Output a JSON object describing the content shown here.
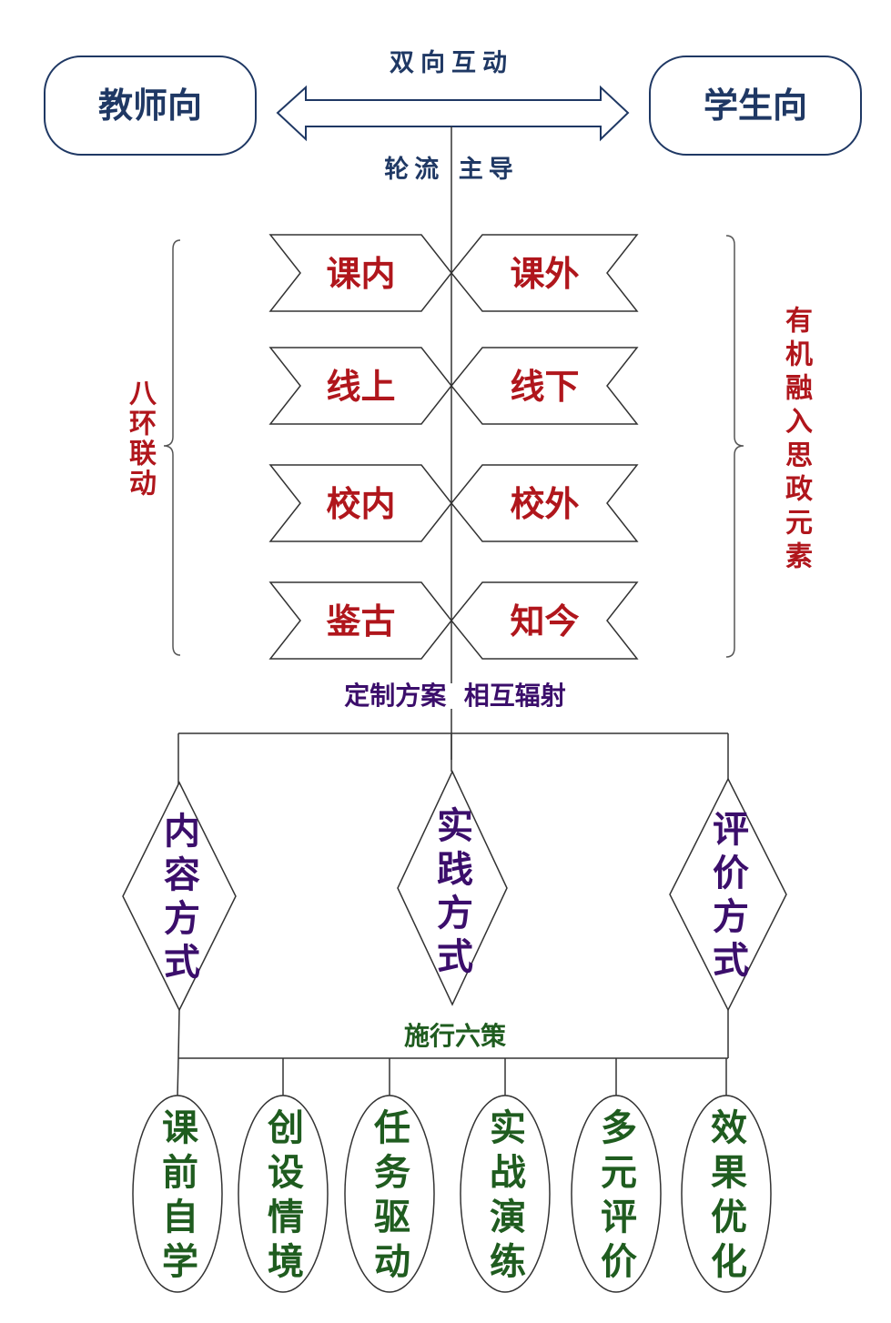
{
  "top": {
    "teacher": "教师向",
    "student": "学生向",
    "interaction": "双向互动",
    "lead": "轮流 主导"
  },
  "left_brace_label": "八环联动",
  "right_brace_label": "有机融入思政元素",
  "pairs": [
    {
      "left": "课内",
      "right": "课外"
    },
    {
      "left": "线上",
      "right": "线下"
    },
    {
      "left": "校内",
      "right": "校外"
    },
    {
      "left": "鉴古",
      "right": "知今"
    }
  ],
  "custom_plan": "定制方案  相互辐射",
  "methods": [
    "内容方式",
    "实践方式",
    "评价方式"
  ],
  "six_strategies_title": "施行六策",
  "strategies": [
    "课前自学",
    "创设情境",
    "任务驱动",
    "实战演练",
    "多元评价",
    "效果优化"
  ],
  "colors": {
    "navy": "#1f3864",
    "red": "#b0161c",
    "purple": "#3b0e6b",
    "green": "#1f5c1f"
  }
}
